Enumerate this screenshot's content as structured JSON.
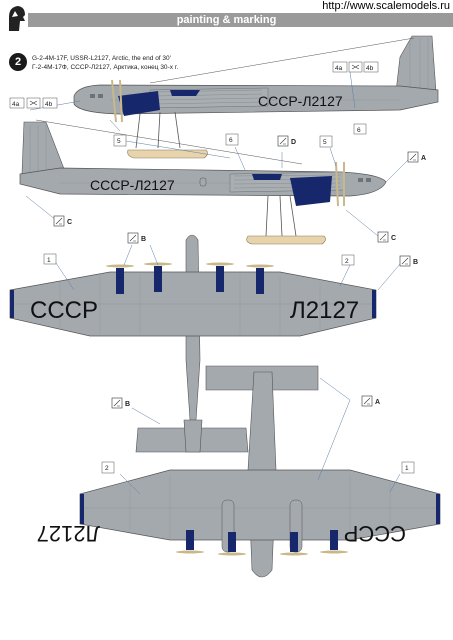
{
  "header": {
    "title": "painting & marking",
    "url": "http://www.scalemodels.ru"
  },
  "scheme": {
    "number": "2",
    "caption_en": "G-2-4M-17F, USSR-L2127, Arctic, the end of 30'",
    "caption_ru": "Г-2-4М-17Ф, СССР-Л2127, Арктика, конец 30-х г."
  },
  "registration": {
    "side": "СССР-Л2127",
    "wing_left": "СССР",
    "wing_right": "Л2127",
    "underside": "Л2127",
    "underside_2": "СССР"
  },
  "callouts": {
    "c4a": "4a",
    "c4b": "4b",
    "c6": "6",
    "c5": "5",
    "c1": "1",
    "c2": "2"
  },
  "color_refs": {
    "A": "A",
    "B": "B",
    "C": "C",
    "D": "D"
  },
  "colors": {
    "fuselage": "#a4a9ae",
    "dark_blue": "#16286b",
    "float": "#e7d3ac",
    "line": "#5b7fa6"
  }
}
